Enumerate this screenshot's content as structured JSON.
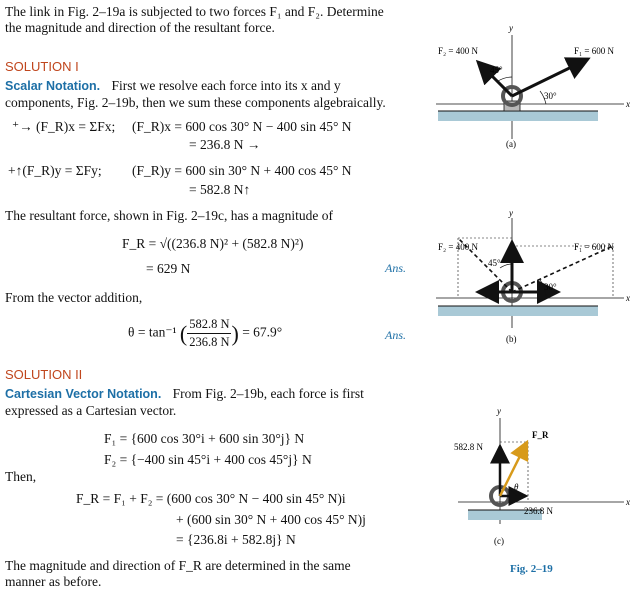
{
  "intro": {
    "line1": "The link in Fig. 2–19a is subjected to two forces F₁ and F₂. Determine",
    "line2": "the magnitude and direction of the resultant force."
  },
  "solution1": {
    "heading": "SOLUTION I",
    "subheading": "Scalar Notation.",
    "p1_a": "First we resolve each force into its x and y",
    "p1_b": "components, Fig. 2–19b, then we sum these components algebraically.",
    "eqx_lhs": "⁺→ (F_R)x = ΣFx;",
    "eqx_1": "(F_R)x = 600 cos 30° N − 400 sin 45° N",
    "eqx_2": "= 236.8 N →",
    "eqy_lhs": "+↑(F_R)y = ΣFy;",
    "eqy_1": "(F_R)y = 600 sin 30° N + 400 cos 45° N",
    "eqy_2": "= 582.8 N↑",
    "mag_text": "The resultant force, shown in Fig. 2–19c, has a magnitude of",
    "fr_eq": "F_R = √((236.8 N)² + (582.8 N)²)",
    "fr_val": "= 629 N",
    "ans1": "Ans.",
    "from_vec": "From the vector addition,",
    "theta_lhs": "θ = tan⁻¹",
    "theta_num": "582.8 N",
    "theta_den": "236.8 N",
    "theta_val": "= 67.9°",
    "ans2": "Ans."
  },
  "solution2": {
    "heading": "SOLUTION II",
    "subheading": "Cartesian Vector Notation.",
    "p1_a": "From Fig. 2–19b, each force is first",
    "p1_b": "expressed as a Cartesian vector.",
    "f1": "F₁ = {600 cos 30°i + 600 sin 30°j} N",
    "f2": "F₂ = {−400 sin 45°i + 400 cos 45°j} N",
    "then": "Then,",
    "fr_1": "F_R = F₁ + F₂ = (600 cos 30° N − 400 sin 45° N)i",
    "fr_2": "+ (600 sin 30° N + 400 cos 45° N)j",
    "fr_3": "= {236.8i + 582.8j} N",
    "final_a": "The magnitude and direction of F_R are determined in the same",
    "final_b": "manner as before."
  },
  "figures": {
    "a": {
      "f2": "F₂ = 400 N",
      "f1": "F₁ = 600 N",
      "ang45": "45°",
      "ang30": "30°",
      "x": "x",
      "y": "y",
      "cap": "(a)"
    },
    "b": {
      "f2": "F₂ = 400 N",
      "f1": "F₁ = 600 N",
      "ang45": "45°",
      "ang30": "30°",
      "x": "x",
      "y": "y",
      "cap": "(b)"
    },
    "c": {
      "fy": "582.8 N",
      "fr": "F_R",
      "theta": "θ",
      "fx": "236.8 N",
      "x": "x",
      "y": "y",
      "cap": "(c)"
    },
    "caption": "Fig. 2–19"
  },
  "colors": {
    "heading": "#c0461d",
    "blue": "#1d6fa6",
    "resultant": "#d79a1b",
    "ground": "#a9c9d6"
  }
}
